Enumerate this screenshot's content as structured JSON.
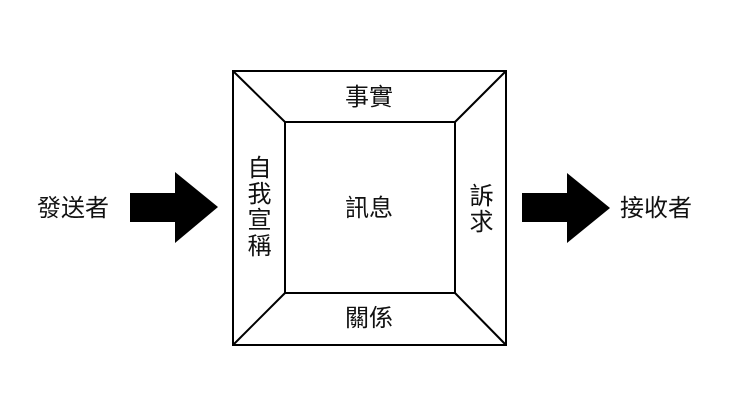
{
  "diagram": {
    "type": "four-sides communication model",
    "sender": "發送者",
    "receiver": "接收者",
    "message": "訊息",
    "sides": {
      "top": "事實",
      "left": "自我宣稱",
      "right": "訴求",
      "bottom": "關係"
    },
    "colors": {
      "line": "#000000",
      "arrow": "#000000",
      "background": "#ffffff"
    }
  }
}
